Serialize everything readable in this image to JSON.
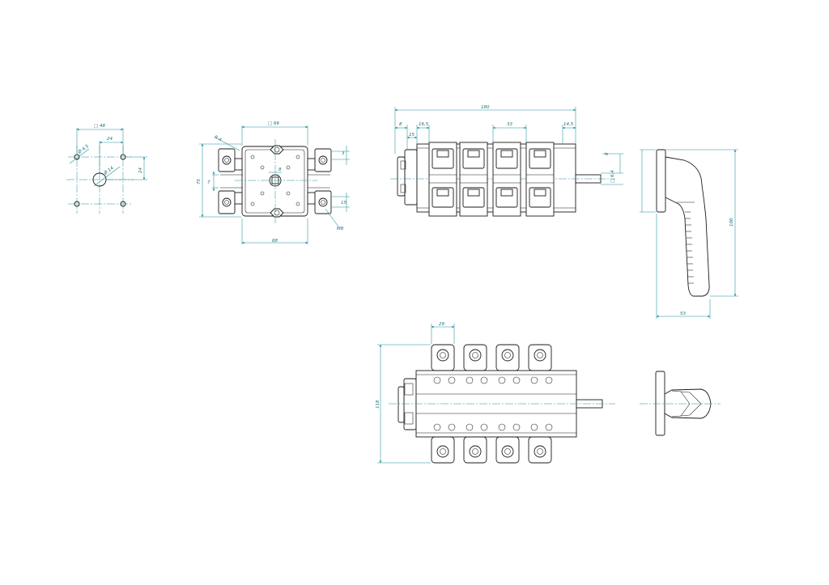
{
  "drawing": {
    "hole_pattern": {
      "dim_width": "□ 48",
      "dim_half_h": "24",
      "dim_half_v": "24",
      "dim_small_hole": "Ø 4,5",
      "dim_center_hole": "Ø 14"
    },
    "front_view": {
      "dim_square": "□ 66",
      "dim_height": "75",
      "dim_bottom": "68",
      "dim_right_top": "3",
      "dim_right_bottom": "15",
      "dim_radius": "R 4",
      "dim_shaft": "8",
      "dim_offset": "7",
      "dim_thread": "M8"
    },
    "side_view": {
      "dim_length": "180",
      "dim_a": "8",
      "dim_b": "15",
      "dim_c": "16,5",
      "dim_pitch": "33",
      "dim_end": "14,5",
      "dim_shaft_small": "8",
      "dim_shaft_sq": "□ 6,4"
    },
    "handle_view": {
      "dim_height": "100",
      "dim_width": "53"
    },
    "top_view": {
      "dim_pitch": "29",
      "dim_height": "118"
    }
  }
}
